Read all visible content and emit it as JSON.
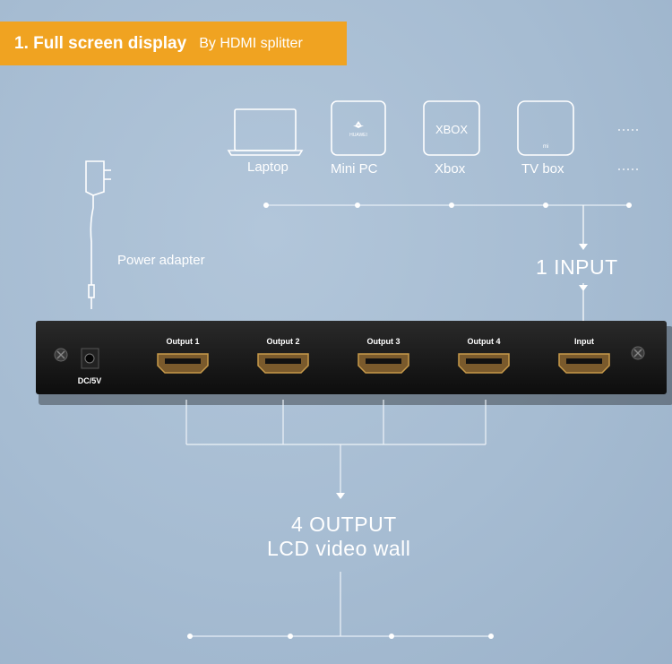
{
  "banner": {
    "title": "1. Full screen display",
    "subtitle": "By HDMI splitter"
  },
  "devices": [
    {
      "label": "Laptop",
      "icon": "laptop-icon"
    },
    {
      "label": "Mini PC",
      "icon": "mini-pc-icon",
      "brand": "HUAWEI"
    },
    {
      "label": "Xbox",
      "icon": "xbox-icon",
      "brand": "XBOX"
    },
    {
      "label": "TV box",
      "icon": "tv-box-icon",
      "brand": "mi"
    }
  ],
  "power_adapter_label": "Power adapter",
  "input_label": "1 INPUT",
  "splitter": {
    "dc_label": "DC/5V",
    "ports": [
      "Output 1",
      "Output 2",
      "Output 3",
      "Output 4",
      "Input"
    ]
  },
  "output_label": "4 OUTPUT",
  "output_sub_label": "LCD video wall",
  "colors": {
    "banner": "#f0a321",
    "background": "#a7bdd3",
    "splitter": "#161616"
  }
}
